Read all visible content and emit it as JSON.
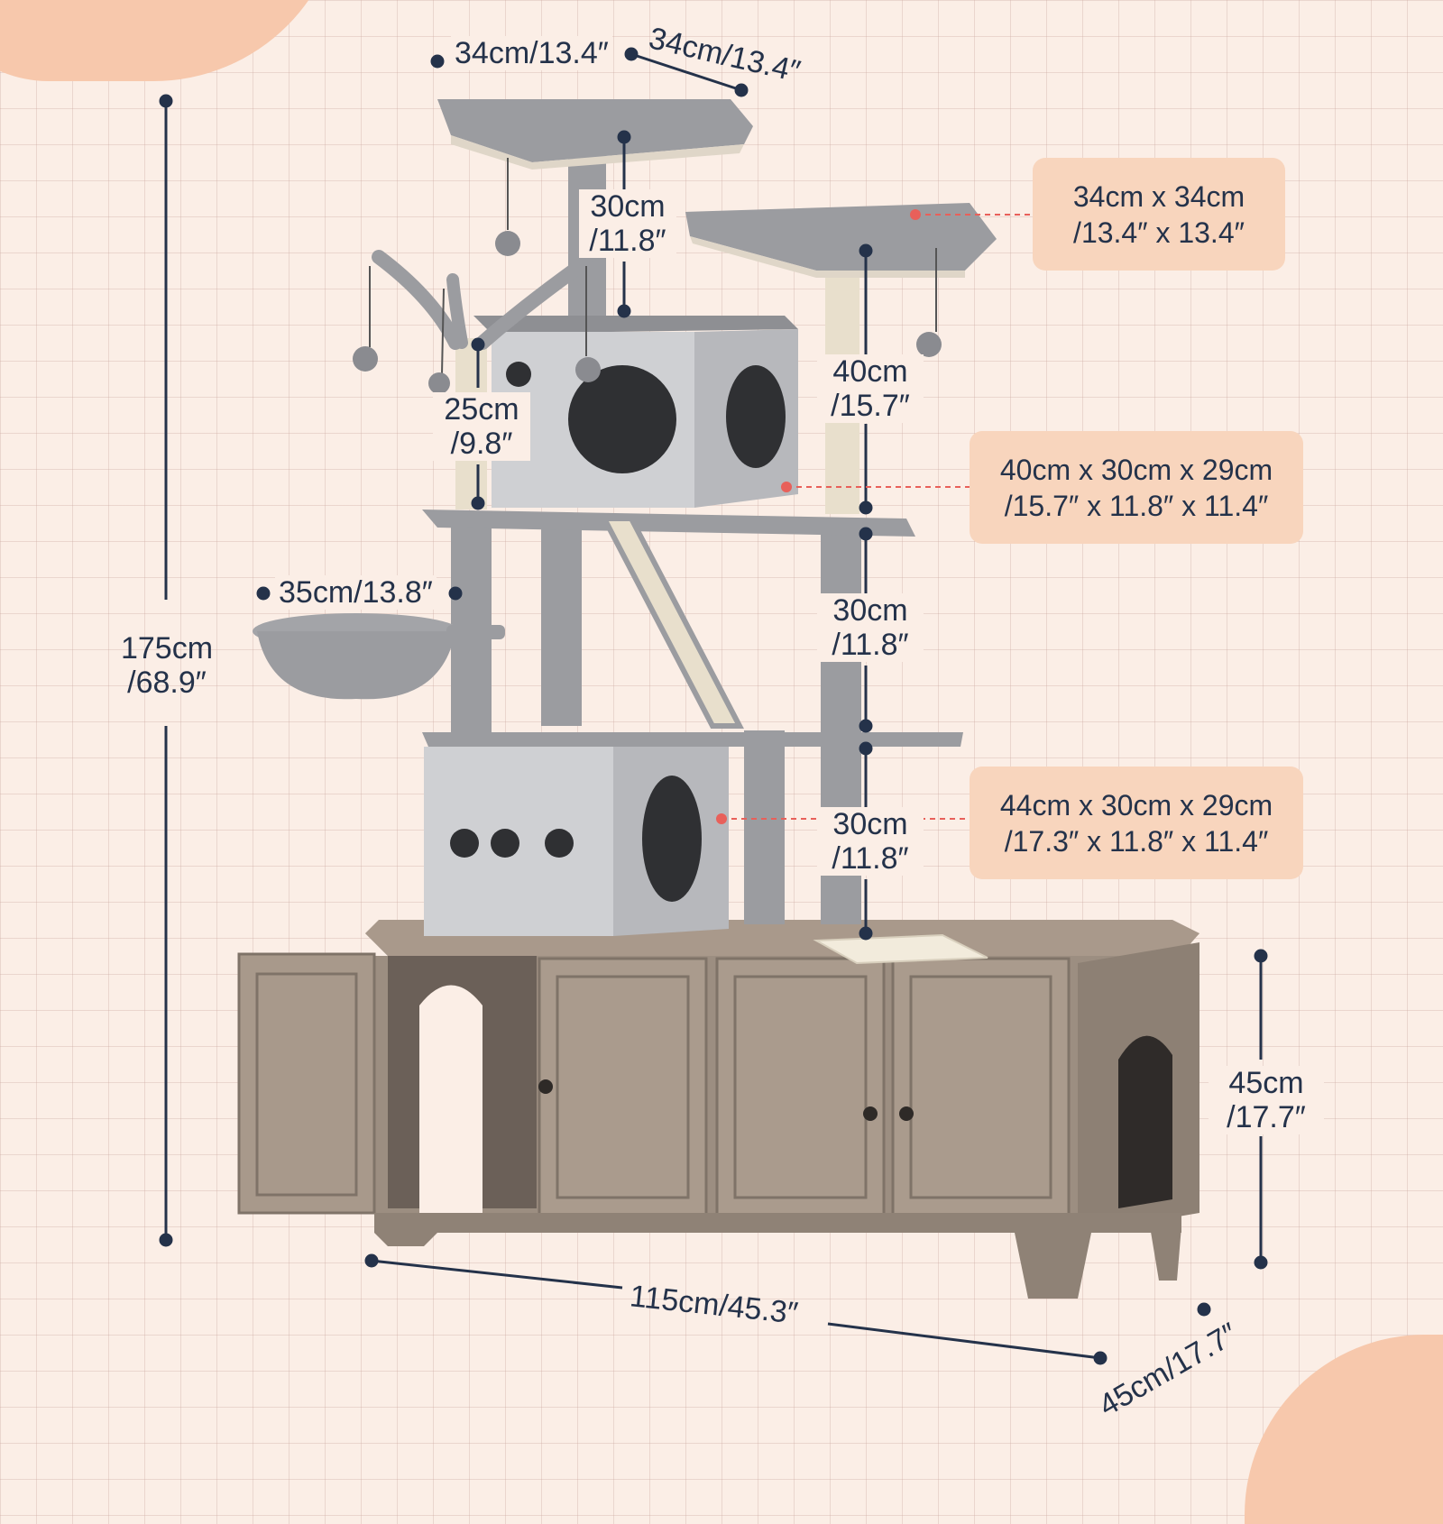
{
  "colors": {
    "background": "#fbeee6",
    "accent_box": "#f8d5bd",
    "accent_blob": "#f7c8ac",
    "text": "#24324a",
    "marker_red": "#e8605a",
    "plush_grey": "#9e9fa3",
    "wood": "#a7988a"
  },
  "dimensions": {
    "top_platform_width": "34cm/13.4″",
    "top_platform_depth": "34cm/13.4″",
    "top_post": [
      "30cm",
      "/11.8″"
    ],
    "right_post_upper": [
      "40cm",
      "/15.7″"
    ],
    "side_post": [
      "25cm",
      "/9.8″"
    ],
    "basket_width": "35cm/13.8″",
    "total_height": [
      "175cm",
      "/68.9″"
    ],
    "right_post_middle": [
      "30cm",
      "/11.8″"
    ],
    "right_post_lower": [
      "30cm",
      "/11.8″"
    ],
    "cabinet_height": [
      "45cm",
      "/17.7″"
    ],
    "cabinet_width": "115cm/45.3″",
    "cabinet_depth": "45cm/17.7″"
  },
  "callouts": {
    "platform": [
      "34cm x 34cm",
      "/13.4″ x 13.4″"
    ],
    "upper_condo": [
      "40cm x 30cm x 29cm",
      "/15.7″ x 11.8″ x 11.4″"
    ],
    "lower_condo": [
      "44cm x 30cm x 29cm",
      "/17.3″ x 11.8″ x 11.4″"
    ]
  }
}
